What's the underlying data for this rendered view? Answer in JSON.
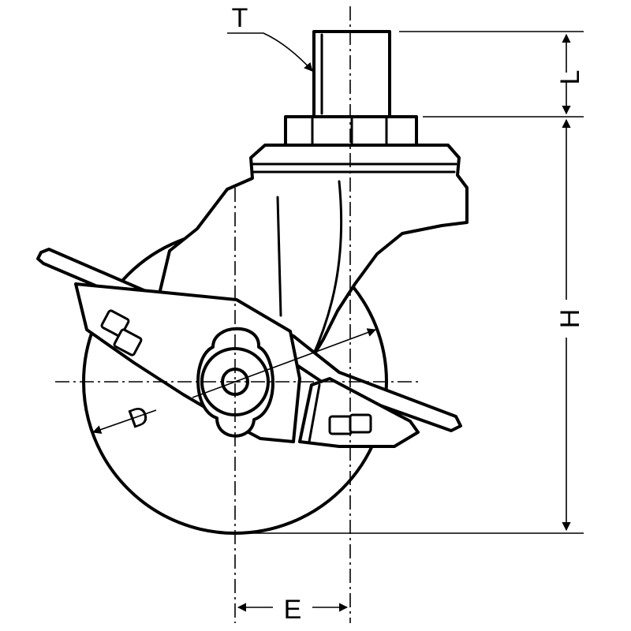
{
  "labels": {
    "thread": "T",
    "thread_length": "L",
    "height": "H",
    "diameter": "D",
    "offset": "E"
  }
}
